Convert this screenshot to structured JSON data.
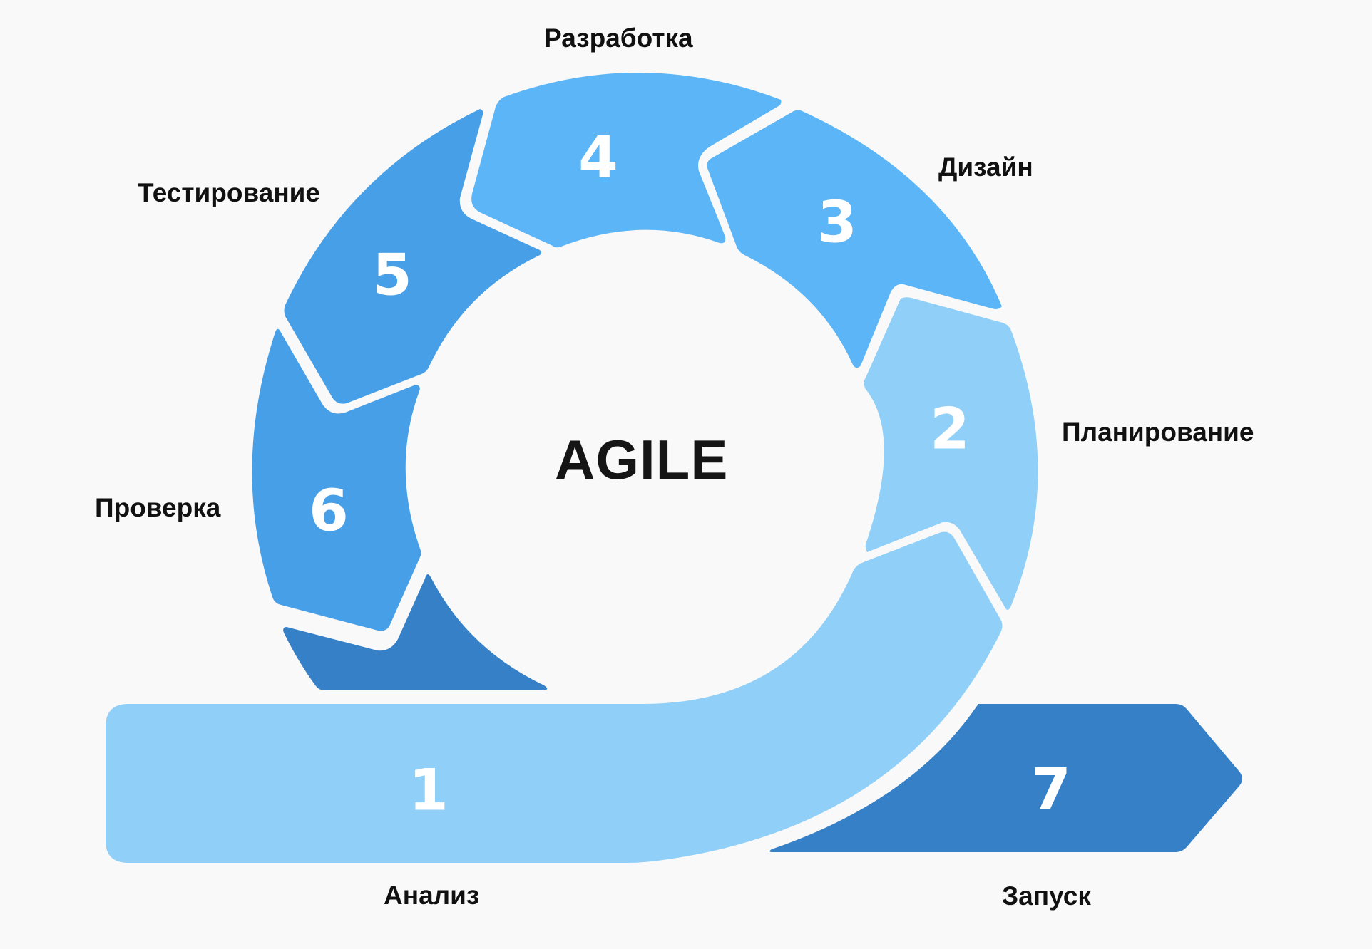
{
  "title": "AGILE",
  "colors": {
    "background": "#f9f9f9",
    "light_blue": "#8fcff8",
    "mid_blue": "#5bb5f6",
    "blue": "#479fe7",
    "dark_blue": "#3680c7",
    "number_text": "#ffffff",
    "label_text": "#111111"
  },
  "steps": [
    {
      "number": "1",
      "label": "Анализ"
    },
    {
      "number": "2",
      "label": "Планирование"
    },
    {
      "number": "3",
      "label": "Дизайн"
    },
    {
      "number": "4",
      "label": "Разработка"
    },
    {
      "number": "5",
      "label": "Тестирование"
    },
    {
      "number": "6",
      "label": "Проверка"
    },
    {
      "number": "7",
      "label": "Запуск"
    }
  ]
}
